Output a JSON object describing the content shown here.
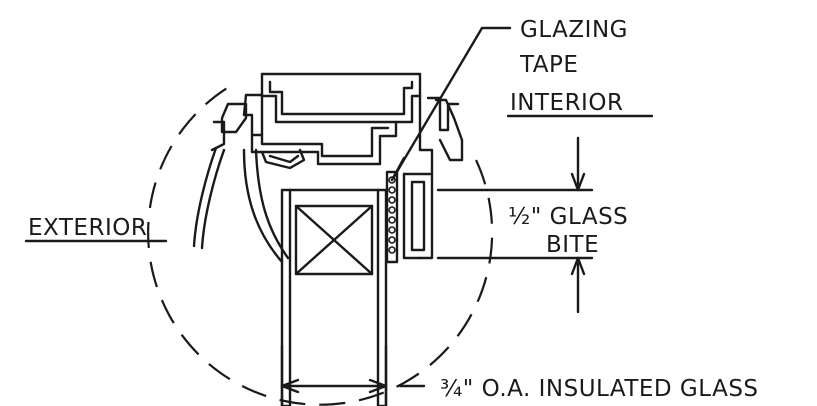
{
  "labels": {
    "glazing_tape_line1": "GLAZING",
    "glazing_tape_line2": "TAPE",
    "interior": "INTERIOR",
    "exterior": "EXTERIOR",
    "glass_bite_line1": "½\" GLASS",
    "glass_bite_line2": "BITE",
    "insulated_glass": "¾\" O.A. INSULATED GLASS"
  }
}
